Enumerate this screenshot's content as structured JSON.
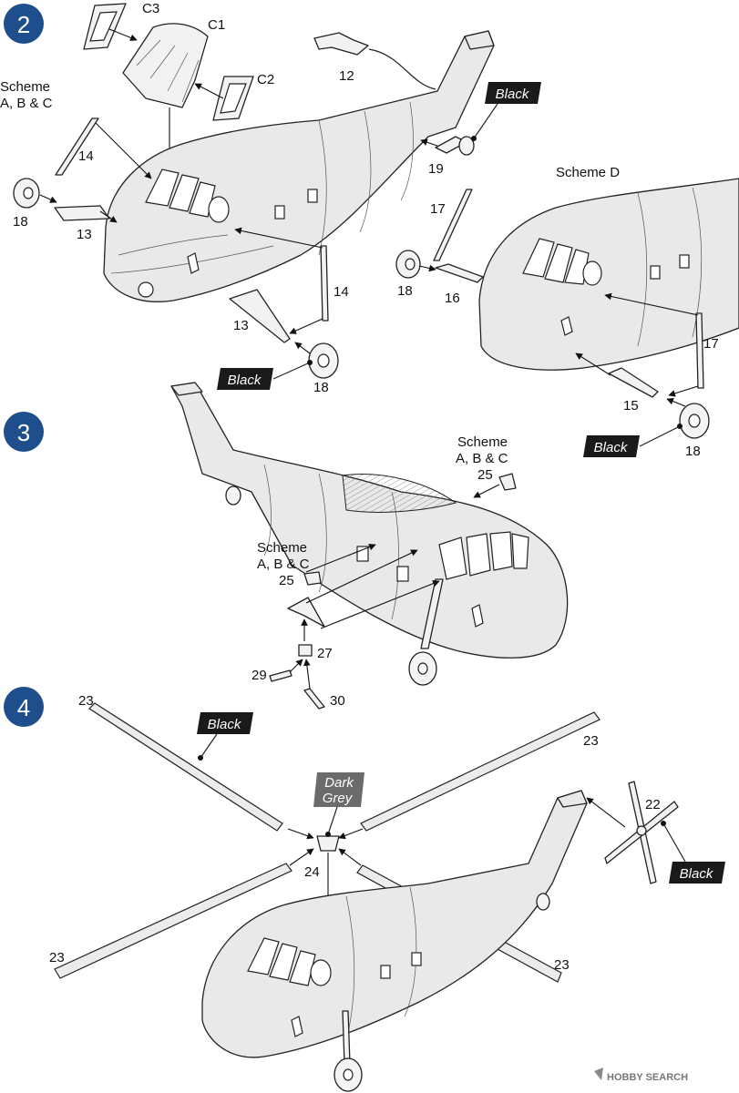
{
  "steps": [
    {
      "number": "2",
      "color": "#1f4e8c"
    },
    {
      "number": "3",
      "color": "#1f4e8c"
    },
    {
      "number": "4",
      "color": "#1f4e8c"
    }
  ],
  "step2": {
    "scheme_abc_line1": "Scheme",
    "scheme_abc_line2": "A, B & C",
    "scheme_d": "Scheme D",
    "parts": {
      "c3": "C3",
      "c1": "C1",
      "c2": "C2",
      "p12": "12",
      "p14a": "14",
      "p18a": "18",
      "p13a": "13",
      "p14b": "14",
      "p13b": "13",
      "p18b": "18",
      "p19": "19",
      "p17a": "17",
      "p18c": "18",
      "p16": "16",
      "p17b": "17",
      "p15": "15",
      "p18d": "18"
    },
    "tags": {
      "black_tail": "Black",
      "black_wheel": "Black",
      "black_d": "Black"
    }
  },
  "step3": {
    "scheme_top_line1": "Scheme",
    "scheme_top_line2": "A, B & C",
    "scheme_mid_line1": "Scheme",
    "scheme_mid_line2": "A, B & C",
    "parts": {
      "p25a": "25",
      "p25b": "25",
      "p27": "27",
      "p29": "29",
      "p30": "30"
    }
  },
  "step4": {
    "parts": {
      "p23a": "23",
      "p23b": "23",
      "p23c": "23",
      "p23d": "23",
      "p22": "22",
      "p24": "24"
    },
    "tags": {
      "black_blade": "Black",
      "dark_grey_line1": "Dark",
      "dark_grey_line2": "Grey",
      "black_rotor": "Black"
    }
  },
  "colors": {
    "tag_black": "#1a1a1a",
    "tag_dark_grey": "#6b6b6b"
  },
  "watermark": "HOBBY SEARCH"
}
